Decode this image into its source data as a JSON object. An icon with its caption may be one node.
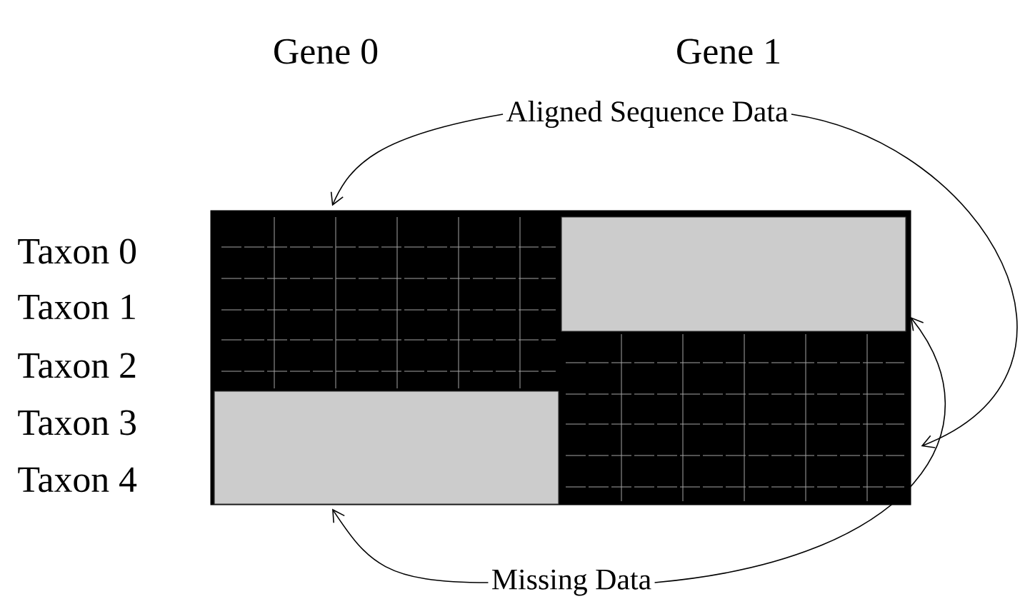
{
  "diagram": {
    "nodes": [
      {
        "text": [
          "Aligned Sequence Data"
        ]
      },
      {
        "text": [],
        "shape": "box"
      },
      {
        "text": [],
        "shape": "box",
        "in": 1
      },
      {
        "text": [],
        "shape": "box",
        "in": 1
      },
      {
        "text": [
          "Missing Data"
        ]
      }
    ],
    "edges": [
      {
        "from": 0,
        "to": 1,
        "arrow": "to"
      },
      {
        "from": 0,
        "to": 1,
        "arrow": "to"
      },
      {
        "from": 4,
        "to": 3,
        "arrow": "to"
      },
      {
        "from": 4,
        "to": 2,
        "arrow": "to"
      }
    ],
    "labels": [
      "Gene 0",
      "Gene 1",
      "Taxon 0",
      "Taxon 1",
      "Taxon 2",
      "Taxon 3",
      "Taxon 4"
    ]
  }
}
